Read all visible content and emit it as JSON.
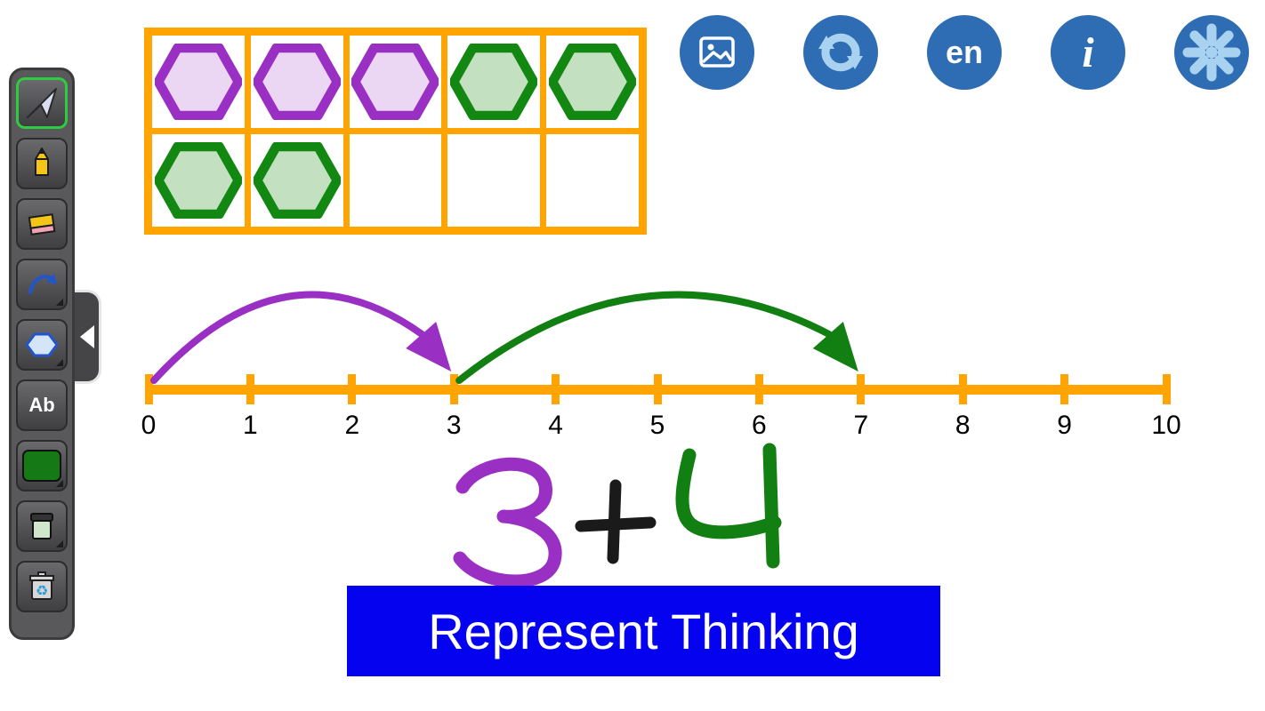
{
  "colors": {
    "frame_orange": "#FFA400",
    "hex_purple_stroke": "#9A2FC4",
    "hex_purple_fill": "#EBD6F3",
    "hex_green_stroke": "#128812",
    "hex_green_fill": "#C3E0C1",
    "arc_purple": "#9A2FC4",
    "arc_green": "#127F12",
    "ink_black": "#1A1A1A",
    "banner_bg": "#0402EE",
    "banner_text": "#FFFFFF",
    "icon_circle": "#2E6CB4",
    "icon_glyph": "#A9D2F0",
    "toolbar_bg": "#59595B",
    "selected_outline": "#2ECC40",
    "tool_blue": "#2255CC"
  },
  "toolbar": {
    "text_tool_label": "Ab",
    "tools": [
      {
        "icon": "pointer",
        "selected": true,
        "submenu": false
      },
      {
        "icon": "pencil",
        "selected": false,
        "submenu": false
      },
      {
        "icon": "eraser",
        "selected": false,
        "submenu": false
      },
      {
        "icon": "curve-arrow",
        "selected": false,
        "submenu": true
      },
      {
        "icon": "hexagon-shape",
        "selected": false,
        "submenu": true
      },
      {
        "icon": "text",
        "selected": false,
        "submenu": false
      },
      {
        "icon": "color-swatch",
        "selected": false,
        "submenu": true
      },
      {
        "icon": "fill-jar",
        "selected": false,
        "submenu": true
      },
      {
        "icon": "trash",
        "selected": false,
        "submenu": false
      }
    ]
  },
  "top_buttons": [
    {
      "icon": "image"
    },
    {
      "icon": "sync"
    },
    {
      "icon": "language",
      "label": "en"
    },
    {
      "icon": "info",
      "label": "i"
    },
    {
      "icon": "burst"
    }
  ],
  "ten_frame": {
    "rows": [
      [
        "purple",
        "purple",
        "purple",
        "green",
        "green"
      ],
      [
        "green",
        "green",
        null,
        null,
        null
      ]
    ]
  },
  "number_line": {
    "min": 0,
    "max": 10,
    "labels": [
      "0",
      "1",
      "2",
      "3",
      "4",
      "5",
      "6",
      "7",
      "8",
      "9",
      "10"
    ],
    "jumps": [
      {
        "from": 0,
        "to": 3,
        "color": "purple"
      },
      {
        "from": 3,
        "to": 7,
        "color": "green"
      }
    ]
  },
  "expression": {
    "first": "3",
    "operator": "+",
    "second": "4",
    "text": "3 + 4"
  },
  "banner": {
    "text": "Represent Thinking"
  }
}
